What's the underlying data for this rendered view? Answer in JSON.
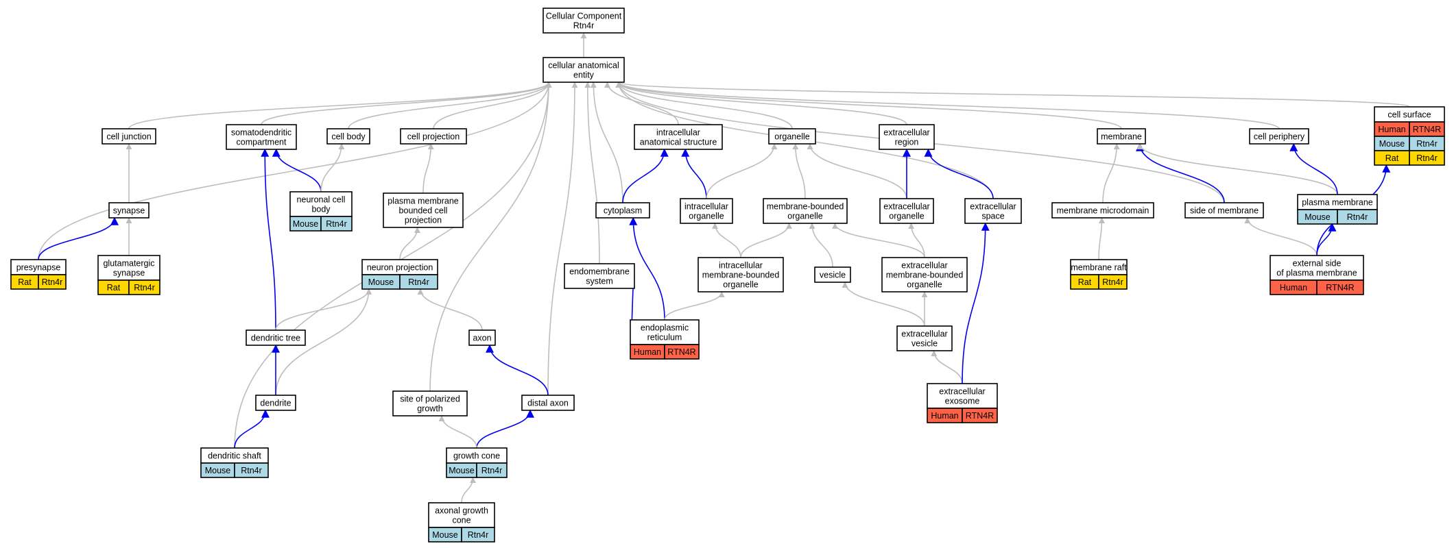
{
  "colors": {
    "is_a_edge": "#bdbdbd",
    "part_of_edge": "#0000ee",
    "Human": "#ff6347",
    "Mouse": "#add8e6",
    "Rat": "#ffd700"
  },
  "nodes": [
    {
      "id": "cc",
      "lines": [
        "Cellular Component",
        "Rtn4r"
      ]
    },
    {
      "id": "cae",
      "lines": [
        "cellular anatomical",
        "entity"
      ]
    },
    {
      "id": "cj",
      "lines": [
        "cell junction"
      ]
    },
    {
      "id": "sdc",
      "lines": [
        "somatodendritic",
        "compartment"
      ]
    },
    {
      "id": "cb",
      "lines": [
        "cell body"
      ]
    },
    {
      "id": "cp",
      "lines": [
        "cell projection"
      ]
    },
    {
      "id": "ias",
      "lines": [
        "intracellular",
        "anatomical structure"
      ]
    },
    {
      "id": "org",
      "lines": [
        "organelle"
      ]
    },
    {
      "id": "er",
      "lines": [
        "extracellular",
        "region"
      ]
    },
    {
      "id": "mem",
      "lines": [
        "membrane"
      ]
    },
    {
      "id": "cper",
      "lines": [
        "cell periphery"
      ]
    },
    {
      "id": "cs",
      "lines": [
        "cell surface"
      ],
      "tags": [
        [
          "Human",
          "RTN4R"
        ],
        [
          "Mouse",
          "Rtn4r"
        ],
        [
          "Rat",
          "Rtn4r"
        ]
      ]
    },
    {
      "id": "syn",
      "lines": [
        "synapse"
      ]
    },
    {
      "id": "ncb",
      "lines": [
        "neuronal cell",
        "body"
      ],
      "tags": [
        [
          "Mouse",
          "Rtn4r"
        ]
      ]
    },
    {
      "id": "pmbcp",
      "lines": [
        "plasma membrane",
        "bounded cell",
        "projection"
      ]
    },
    {
      "id": "cyto",
      "lines": [
        "cytoplasm"
      ]
    },
    {
      "id": "io",
      "lines": [
        "intracellular",
        "organelle"
      ]
    },
    {
      "id": "mbo",
      "lines": [
        "membrane-bounded",
        "organelle"
      ]
    },
    {
      "id": "eo",
      "lines": [
        "extracellular",
        "organelle"
      ]
    },
    {
      "id": "es",
      "lines": [
        "extracellular",
        "space"
      ]
    },
    {
      "id": "mmd",
      "lines": [
        "membrane microdomain"
      ]
    },
    {
      "id": "som",
      "lines": [
        "side of membrane"
      ]
    },
    {
      "id": "pm",
      "lines": [
        "plasma membrane"
      ],
      "tags": [
        [
          "Mouse",
          "Rtn4r"
        ]
      ]
    },
    {
      "id": "pre",
      "lines": [
        "presynapse"
      ],
      "tags": [
        [
          "Rat",
          "Rtn4r"
        ]
      ]
    },
    {
      "id": "gs",
      "lines": [
        "glutamatergic",
        "synapse"
      ],
      "tags": [
        [
          "Rat",
          "Rtn4r"
        ]
      ]
    },
    {
      "id": "np",
      "lines": [
        "neuron projection"
      ],
      "tags": [
        [
          "Mouse",
          "Rtn4r"
        ]
      ]
    },
    {
      "id": "ems",
      "lines": [
        "endomembrane",
        "system"
      ]
    },
    {
      "id": "imbo",
      "lines": [
        "intracellular",
        "membrane-bounded",
        "organelle"
      ]
    },
    {
      "id": "ves",
      "lines": [
        "vesicle"
      ]
    },
    {
      "id": "embo",
      "lines": [
        "extracellular",
        "membrane-bounded",
        "organelle"
      ]
    },
    {
      "id": "mr",
      "lines": [
        "membrane raft"
      ],
      "tags": [
        [
          "Rat",
          "Rtn4r"
        ]
      ]
    },
    {
      "id": "espm",
      "lines": [
        "external side",
        "of plasma membrane"
      ],
      "tags": [
        [
          "Human",
          "RTN4R"
        ]
      ]
    },
    {
      "id": "dt",
      "lines": [
        "dendritic tree"
      ]
    },
    {
      "id": "axon",
      "lines": [
        "axon"
      ]
    },
    {
      "id": "erl",
      "lines": [
        "endoplasmic",
        "reticulum"
      ],
      "tags": [
        [
          "Human",
          "RTN4R"
        ]
      ]
    },
    {
      "id": "ev",
      "lines": [
        "extracellular",
        "vesicle"
      ]
    },
    {
      "id": "den",
      "lines": [
        "dendrite"
      ]
    },
    {
      "id": "spg",
      "lines": [
        "site of polarized",
        "growth"
      ]
    },
    {
      "id": "dax",
      "lines": [
        "distal axon"
      ]
    },
    {
      "id": "exo",
      "lines": [
        "extracellular",
        "exosome"
      ],
      "tags": [
        [
          "Human",
          "RTN4R"
        ]
      ]
    },
    {
      "id": "ds",
      "lines": [
        "dendritic shaft"
      ],
      "tags": [
        [
          "Mouse",
          "Rtn4r"
        ]
      ]
    },
    {
      "id": "gc",
      "lines": [
        "growth cone"
      ],
      "tags": [
        [
          "Mouse",
          "Rtn4r"
        ]
      ]
    },
    {
      "id": "agc",
      "lines": [
        "axonal growth",
        "cone"
      ],
      "tags": [
        [
          "Mouse",
          "Rtn4r"
        ]
      ]
    }
  ],
  "edges": [
    [
      "cae",
      "cc",
      "is_a"
    ],
    [
      "cj",
      "cae",
      "is_a"
    ],
    [
      "sdc",
      "cae",
      "is_a"
    ],
    [
      "cb",
      "cae",
      "is_a"
    ],
    [
      "cp",
      "cae",
      "is_a"
    ],
    [
      "ias",
      "cae",
      "is_a"
    ],
    [
      "org",
      "cae",
      "is_a"
    ],
    [
      "er",
      "cae",
      "is_a"
    ],
    [
      "mem",
      "cae",
      "is_a"
    ],
    [
      "cper",
      "cae",
      "is_a"
    ],
    [
      "cs",
      "cae",
      "is_a"
    ],
    [
      "pre",
      "cae",
      "is_a"
    ],
    [
      "ds",
      "cae",
      "is_a"
    ],
    [
      "spg",
      "cae",
      "is_a"
    ],
    [
      "dax",
      "cae",
      "is_a"
    ],
    [
      "ems",
      "cae",
      "is_a"
    ],
    [
      "cyto",
      "cae",
      "is_a"
    ],
    [
      "es",
      "cae",
      "is_a"
    ],
    [
      "som",
      "cae",
      "is_a"
    ],
    [
      "syn",
      "cj",
      "is_a"
    ],
    [
      "gs",
      "syn",
      "is_a"
    ],
    [
      "pre",
      "syn",
      "part_of"
    ],
    [
      "ncb",
      "sdc",
      "part_of"
    ],
    [
      "ncb",
      "cb",
      "is_a"
    ],
    [
      "dt",
      "sdc",
      "part_of"
    ],
    [
      "pmbcp",
      "cp",
      "is_a"
    ],
    [
      "np",
      "pmbcp",
      "is_a"
    ],
    [
      "dt",
      "np",
      "is_a"
    ],
    [
      "axon",
      "np",
      "is_a"
    ],
    [
      "den",
      "np",
      "is_a"
    ],
    [
      "den",
      "dt",
      "part_of"
    ],
    [
      "ds",
      "den",
      "part_of"
    ],
    [
      "dax",
      "axon",
      "part_of"
    ],
    [
      "gc",
      "dax",
      "part_of"
    ],
    [
      "gc",
      "spg",
      "is_a"
    ],
    [
      "agc",
      "gc",
      "is_a"
    ],
    [
      "cyto",
      "ias",
      "part_of"
    ],
    [
      "io",
      "ias",
      "part_of"
    ],
    [
      "io",
      "org",
      "is_a"
    ],
    [
      "mbo",
      "org",
      "is_a"
    ],
    [
      "eo",
      "org",
      "is_a"
    ],
    [
      "eo",
      "er",
      "part_of"
    ],
    [
      "es",
      "er",
      "part_of"
    ],
    [
      "imbo",
      "io",
      "is_a"
    ],
    [
      "imbo",
      "mbo",
      "is_a"
    ],
    [
      "ves",
      "mbo",
      "is_a"
    ],
    [
      "embo",
      "mbo",
      "is_a"
    ],
    [
      "embo",
      "eo",
      "is_a"
    ],
    [
      "ev",
      "ves",
      "is_a"
    ],
    [
      "ev",
      "embo",
      "is_a"
    ],
    [
      "exo",
      "ev",
      "is_a"
    ],
    [
      "exo",
      "es",
      "part_of"
    ],
    [
      "ems",
      "erl",
      "part_of_rev"
    ],
    [
      "erl",
      "cyto",
      "part_of"
    ],
    [
      "erl",
      "imbo",
      "is_a"
    ],
    [
      "mmd",
      "mem",
      "is_a"
    ],
    [
      "mr",
      "mmd",
      "is_a"
    ],
    [
      "som",
      "mem",
      "part_of"
    ],
    [
      "pm",
      "mem",
      "is_a"
    ],
    [
      "pm",
      "cper",
      "part_of"
    ],
    [
      "espm",
      "pm",
      "part_of"
    ],
    [
      "espm",
      "som",
      "is_a"
    ],
    [
      "espm",
      "cs",
      "part_of"
    ]
  ]
}
